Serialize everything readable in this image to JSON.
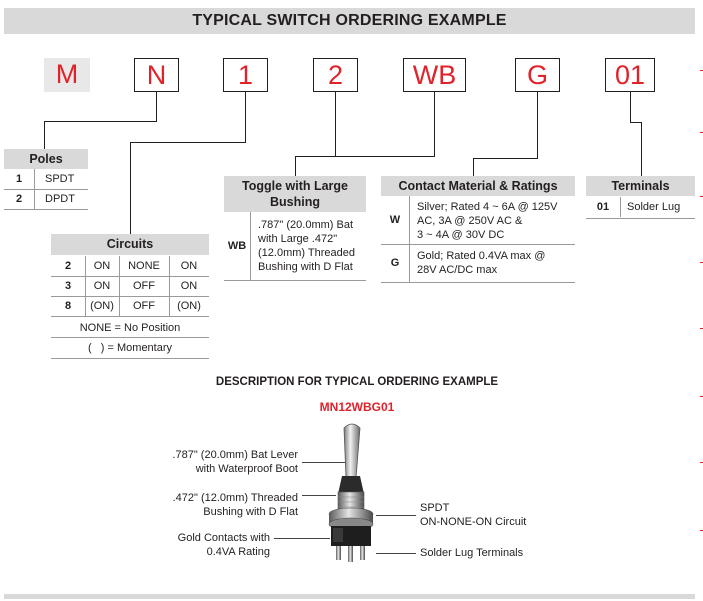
{
  "header": {
    "title": "TYPICAL SWITCH ORDERING EXAMPLE"
  },
  "code": [
    "M",
    "N",
    "1",
    "2",
    "WB",
    "G",
    "01"
  ],
  "poles": {
    "title": "Poles",
    "rows": [
      {
        "code": "1",
        "desc": "SPDT"
      },
      {
        "code": "2",
        "desc": "DPDT"
      }
    ]
  },
  "circuits": {
    "title": "Circuits",
    "rows": [
      {
        "code": "2",
        "a": "ON",
        "b": "NONE",
        "c": "ON"
      },
      {
        "code": "3",
        "a": "ON",
        "b": "OFF",
        "c": "ON"
      },
      {
        "code": "8",
        "a": "(ON)",
        "b": "OFF",
        "c": "(ON)"
      }
    ],
    "notes": [
      "NONE = No Position",
      "(   ) = Momentary"
    ]
  },
  "toggle": {
    "title_line1": "Toggle with Large",
    "title_line2": "Bushing",
    "code": "WB",
    "desc_lines": [
      ".787\" (20.0mm) Bat",
      "with Large .472\"",
      "(12.0mm) Threaded",
      "Bushing with D Flat"
    ]
  },
  "contact": {
    "title": "Contact Material & Ratings",
    "rows": [
      {
        "code": "W",
        "lines": [
          "Silver; Rated 4 ~ 6A @ 125V",
          "AC, 3A @ 250V AC &",
          "3 ~ 4A @ 30V DC"
        ]
      },
      {
        "code": "G",
        "lines": [
          "Gold; Rated 0.4VA max @",
          "28V AC/DC max"
        ]
      }
    ]
  },
  "terminals": {
    "title": "Terminals",
    "rows": [
      {
        "code": "01",
        "desc": "Solder Lug"
      }
    ]
  },
  "description": {
    "title": "DESCRIPTION FOR TYPICAL ORDERING EXAMPLE",
    "code": "MN12WBG01",
    "left_labels": [
      [
        ".787\" (20.0mm) Bat Lever",
        "with Waterproof  Boot"
      ],
      [
        ".472\" (12.0mm) Threaded",
        "Bushing with D Flat"
      ],
      [
        "Gold Contacts with",
        "0.4VA Rating"
      ]
    ],
    "right_labels": [
      [
        "SPDT",
        "ON-NONE-ON Circuit"
      ],
      [
        "Solder Lug Terminals"
      ]
    ]
  },
  "colors": {
    "accent": "#e0222b",
    "table_header": "#d9d9d9",
    "text": "#231f20"
  }
}
